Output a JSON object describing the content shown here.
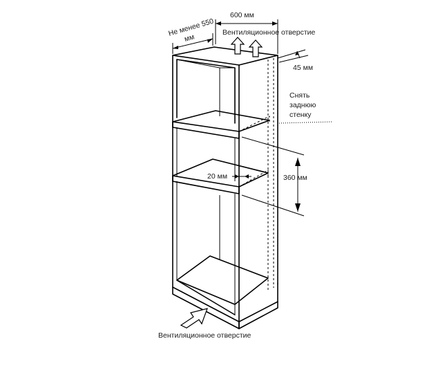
{
  "labels": {
    "depth_min": "Не менее 550",
    "depth_unit": "мм",
    "width": "600 мм",
    "vent_top": "Вентиляционное отверстие",
    "gap_back": "45 мм",
    "remove_line1": "Снять",
    "remove_line2": "заднюю",
    "remove_line3": "стенку",
    "shelf_gap": "20 мм",
    "height_opening": "360 мм",
    "vent_bottom": "Вентиляционное отверстие"
  }
}
